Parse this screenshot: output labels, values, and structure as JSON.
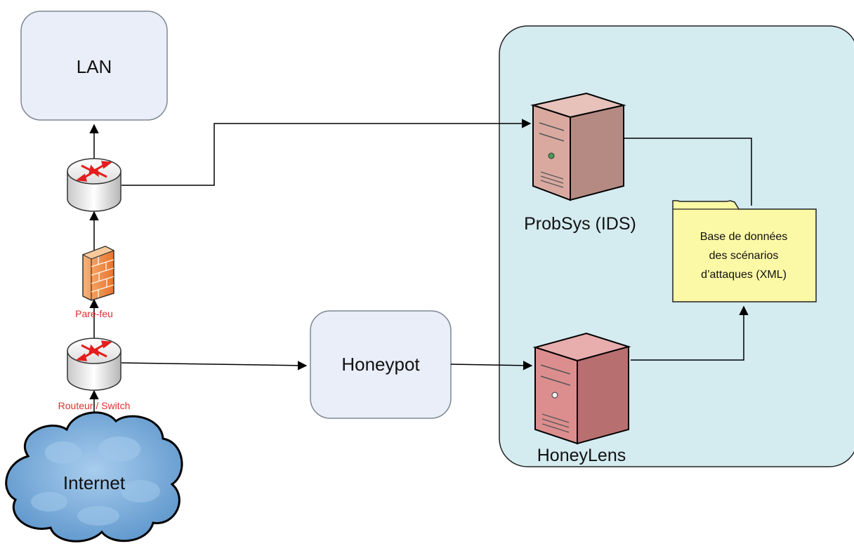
{
  "nodes": {
    "lan": {
      "label": "LAN"
    },
    "honeypot": {
      "label": "Honeypot"
    },
    "internet": {
      "label": "Internet"
    },
    "probsys": {
      "label": "ProbSys (IDS)"
    },
    "honeylens": {
      "label": "HoneyLens"
    },
    "firewall": {
      "label": "Pare-feu"
    },
    "router_switch": {
      "label": "Routeur / Switch"
    },
    "database": {
      "lines": [
        "Base de données",
        "des scénarios",
        "d’attaques (XML)"
      ]
    }
  },
  "colors": {
    "zone_fill": "#d4ebf0",
    "box_fill": "#e9eef8",
    "server_probsys": "#d9a9a0",
    "server_honeylens": "#dc8e8e",
    "folder_fill": "#fbf8a6",
    "cloud_fill": "#7fb2dc",
    "device_label": "#e03030"
  }
}
